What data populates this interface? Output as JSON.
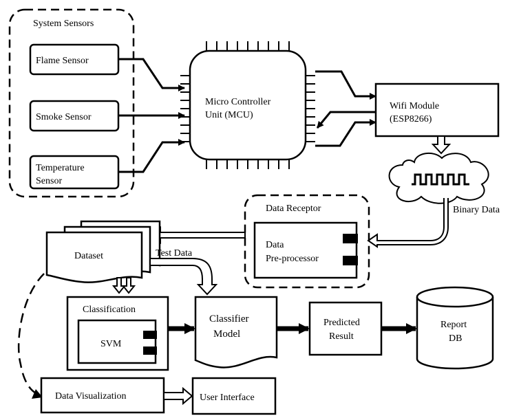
{
  "labels": {
    "system_sensors": "System Sensors",
    "flame_sensor": "Flame Sensor",
    "smoke_sensor": "Smoke Sensor",
    "temperature_sensor_l1": "Temperature",
    "temperature_sensor_l2": "Sensor",
    "mcu_l1": "Micro Controller",
    "mcu_l2": "Unit (MCU)",
    "wifi_l1": "Wifi Module",
    "wifi_l2": "(ESP8266)",
    "binary_data": "Binary Data",
    "data_receptor": "Data Receptor",
    "preprocessor_l1": "Data",
    "preprocessor_l2": "Pre-processor",
    "dataset": "Dataset",
    "test_data": "Test Data",
    "classification": "Classification",
    "svm": "SVM",
    "classifier_l1": "Classifier",
    "classifier_l2": "Model",
    "predicted_l1": "Predicted",
    "predicted_l2": "Result",
    "report_l1": "Report",
    "report_l2": "DB",
    "data_visualization": "Data Visualization",
    "user_interface": "User Interface"
  },
  "colors": {
    "stroke": "#000000",
    "background": "#ffffff"
  }
}
